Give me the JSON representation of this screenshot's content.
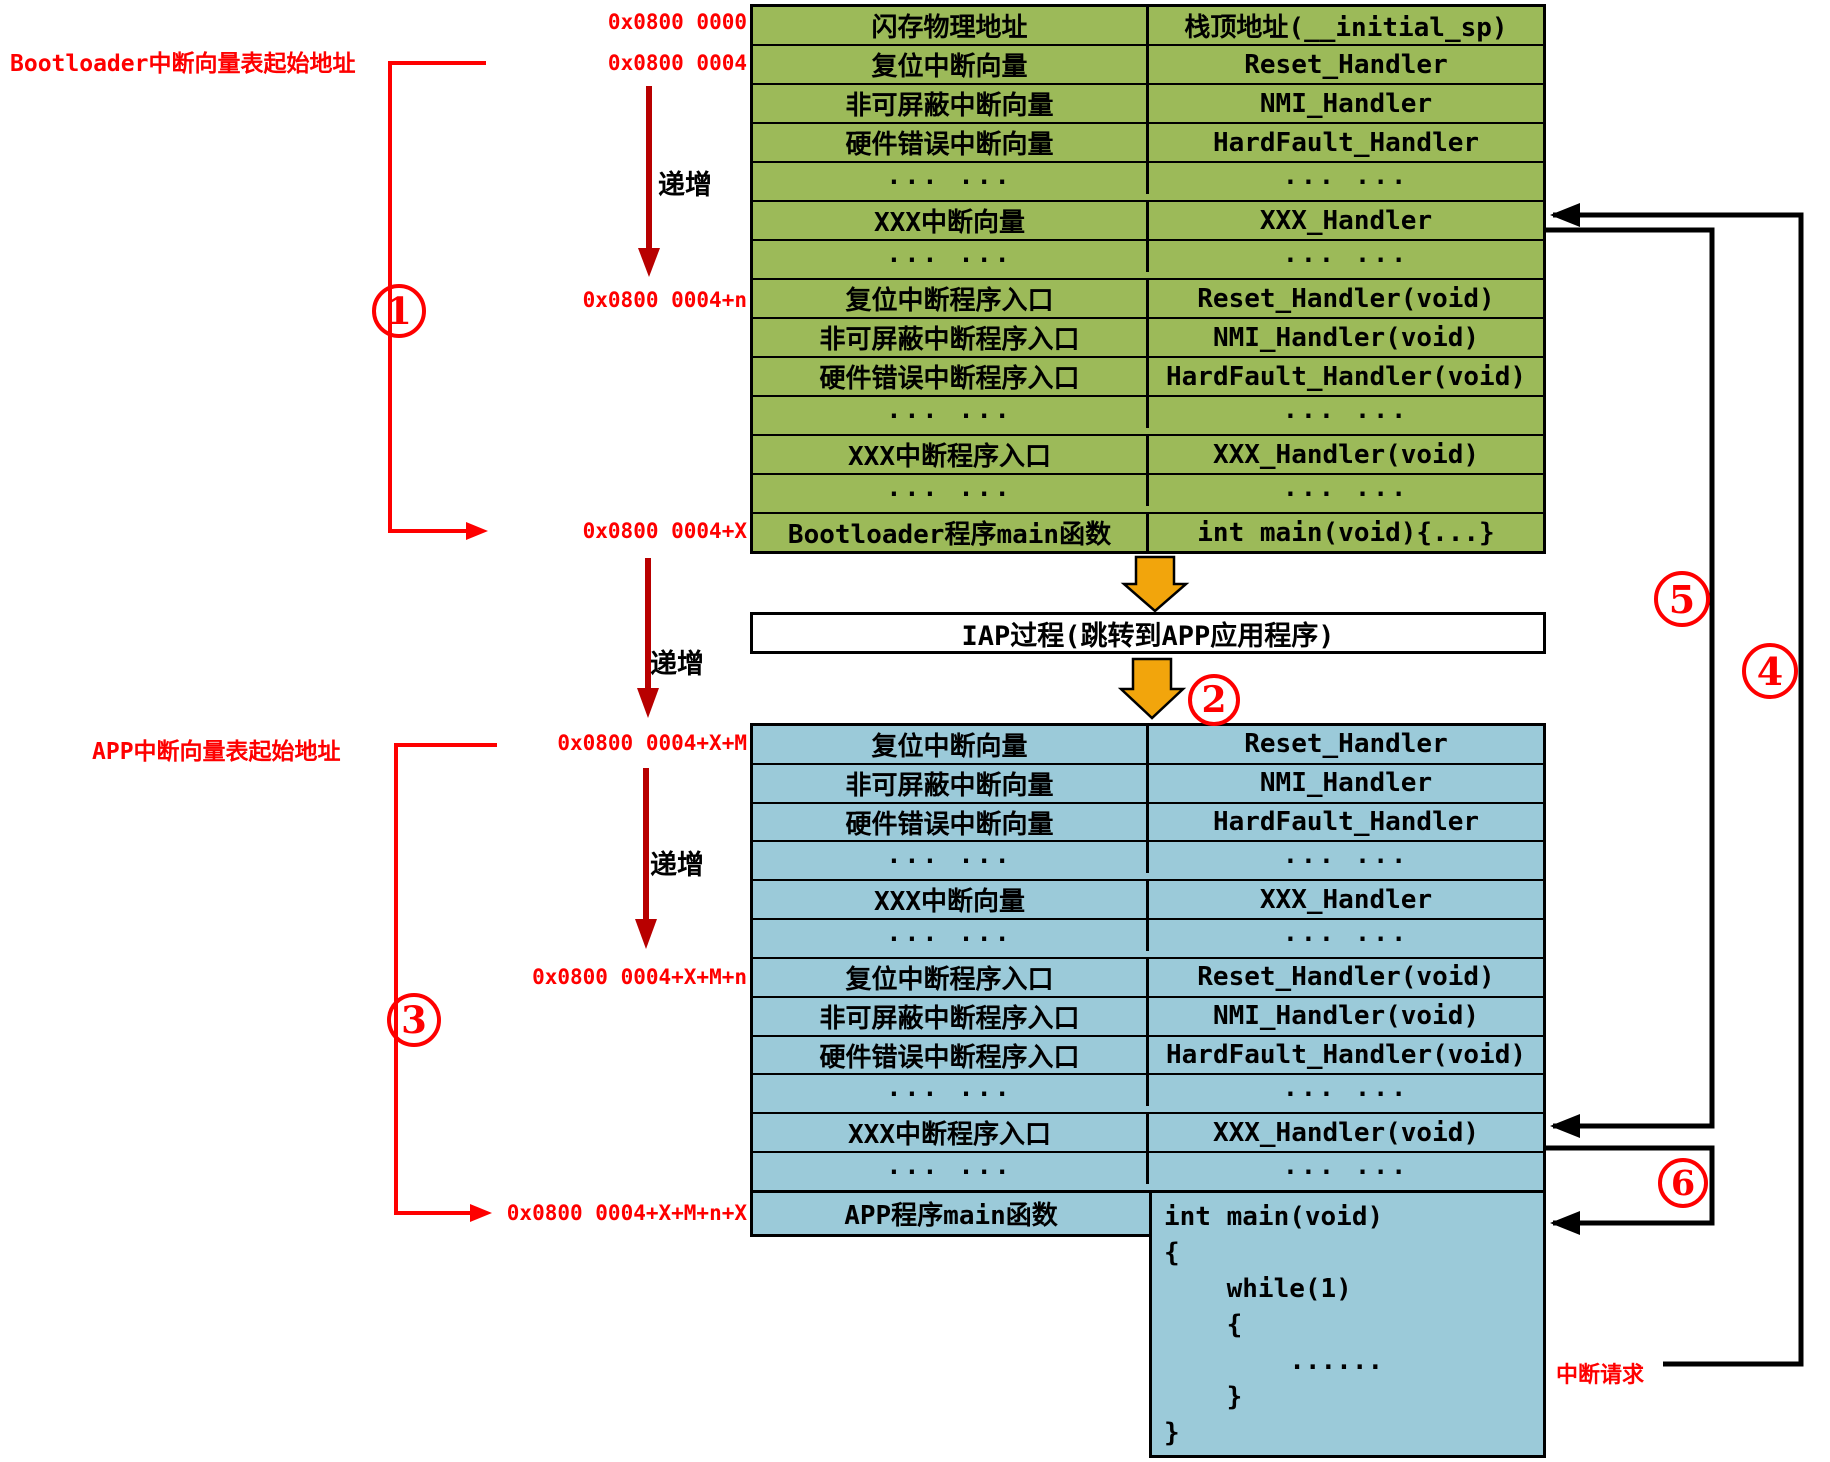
{
  "colors": {
    "table_green": "#9CBA59",
    "table_blue": "#9BCAD9",
    "accent_red": "#FE0000",
    "dark_red": "#B80000",
    "arrow_orange": "#F2A50C",
    "line_black": "#000000"
  },
  "annotations": {
    "bootloader_table_start": "Bootloader中断向量表起始地址",
    "app_table_start": "APP中断向量表起始地址",
    "interrupt_request": "中断请求",
    "increment": "递增"
  },
  "addresses": {
    "flash_base": "0x0800 0000",
    "vector_base": "0x0800 0004",
    "entry_base": "0x0800 0004+n",
    "boot_main": "0x0800 0004+X",
    "app_vector_base": "0x0800 0004+X+M",
    "app_entry_base": "0x0800 0004+X+M+n",
    "app_main": "0x0800 0004+X+M+n+X"
  },
  "steps": {
    "s1": "1",
    "s2": "2",
    "s3": "3",
    "s4": "4",
    "s5": "5",
    "s6": "6"
  },
  "iap_box": {
    "label": "IAP过程(跳转到APP应用程序)"
  },
  "tables": {
    "bootloader": {
      "rows": [
        [
          "闪存物理地址",
          "栈顶地址(__initial_sp)"
        ],
        [
          "复位中断向量",
          "Reset_Handler"
        ],
        [
          "非可屏蔽中断向量",
          "NMI_Handler"
        ],
        [
          "硬件错误中断向量",
          "HardFault_Handler"
        ],
        [
          "... ...",
          "... ..."
        ],
        [
          "XXX中断向量",
          "XXX_Handler"
        ],
        [
          "... ...",
          "... ..."
        ],
        [
          "复位中断程序入口",
          "Reset_Handler(void)"
        ],
        [
          "非可屏蔽中断程序入口",
          "NMI_Handler(void)"
        ],
        [
          "硬件错误中断程序入口",
          "HardFault_Handler(void)"
        ],
        [
          "... ...",
          "... ..."
        ],
        [
          "XXX中断程序入口",
          "XXX_Handler(void)"
        ],
        [
          "... ...",
          "... ..."
        ],
        [
          "Bootloader程序main函数",
          "int main(void){...}"
        ]
      ]
    },
    "app": {
      "rows": [
        [
          "复位中断向量",
          "Reset_Handler"
        ],
        [
          "非可屏蔽中断向量",
          "NMI_Handler"
        ],
        [
          "硬件错误中断向量",
          "HardFault_Handler"
        ],
        [
          "... ...",
          "... ..."
        ],
        [
          "XXX中断向量",
          "XXX_Handler"
        ],
        [
          "... ...",
          "... ..."
        ],
        [
          "复位中断程序入口",
          "Reset_Handler(void)"
        ],
        [
          "非可屏蔽中断程序入口",
          "NMI_Handler(void)"
        ],
        [
          "硬件错误中断程序入口",
          "HardFault_Handler(void)"
        ],
        [
          "... ...",
          "... ..."
        ],
        [
          "XXX中断程序入口",
          "XXX_Handler(void)"
        ],
        [
          "... ...",
          "... ..."
        ]
      ],
      "main_row": "APP程序main函数",
      "code_lines": [
        "int main(void)",
        "{",
        "    while(1)",
        "    {",
        "        ......",
        "    }",
        "}"
      ]
    }
  }
}
